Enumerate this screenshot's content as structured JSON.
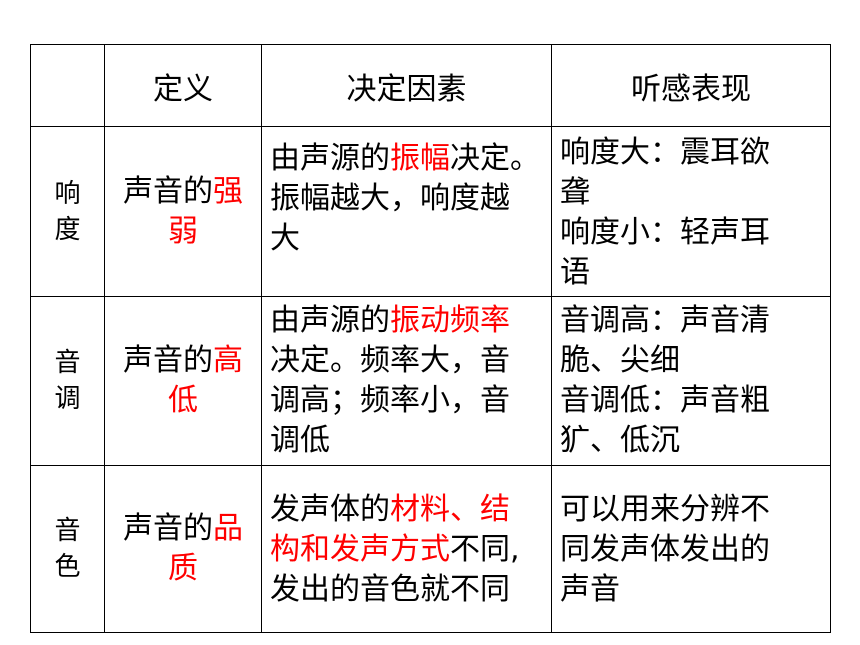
{
  "header": {
    "definition": "定义",
    "determining_factor": "决定因素",
    "auditory_perception": "听感表现"
  },
  "rows": [
    {
      "property_line1": "响",
      "property_line2": "度",
      "definition_prefix": "声音的",
      "definition_key_a": "强",
      "definition_key_b": "弱",
      "factor_line1_prefix": "由声源的",
      "factor_line1_key": "振幅",
      "factor_line1_suffix": "决定。",
      "factor_line2": "振幅越大，响度越",
      "factor_line3": "大",
      "perception_line1": "响度大：震耳欲",
      "perception_line2": "聋",
      "perception_line3": "响度小：轻声耳",
      "perception_line4": "语"
    },
    {
      "property_line1": "音",
      "property_line2": "调",
      "definition_prefix": "声音的",
      "definition_key_a": "高",
      "definition_key_b": "低",
      "factor_line1_prefix": "由声源的",
      "factor_line1_key": "振动频率",
      "factor_line2": "决定。频率大，音",
      "factor_line3": "调高；频率小，音",
      "factor_line4": "调低",
      "perception_line1": "音调高：声音清",
      "perception_line2": "脆、尖细",
      "perception_line3": "音调低：声音粗",
      "perception_line4": "犷、低沉"
    },
    {
      "property_line1": "音",
      "property_line2": "色",
      "definition_prefix": "声音的",
      "definition_key_a": "品",
      "definition_key_b": "质",
      "factor_line1_prefix": "发声体的",
      "factor_line1_key": "材料、结",
      "factor_line2_key": "构和发声方式",
      "factor_line2_suffix": "不同,",
      "factor_line3": "发出的音色就不同",
      "perception_line1": "可以用来分辨不",
      "perception_line2": "同发声体发出的",
      "perception_line3": "声音"
    }
  ],
  "colors": {
    "highlight": "#ff0000",
    "text": "#000000",
    "border": "#000000",
    "background": "#ffffff"
  }
}
